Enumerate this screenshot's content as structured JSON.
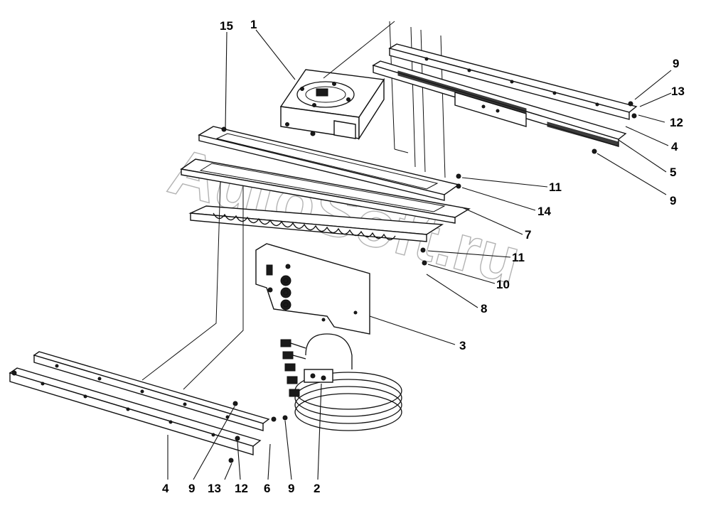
{
  "watermark": "AutoSoft.ru",
  "callouts": [
    "1",
    "15",
    "9",
    "13",
    "12",
    "4",
    "5",
    "9",
    "11",
    "14",
    "7",
    "11",
    "10",
    "8",
    "3",
    "4",
    "9",
    "13",
    "12",
    "6",
    "9",
    "2"
  ]
}
